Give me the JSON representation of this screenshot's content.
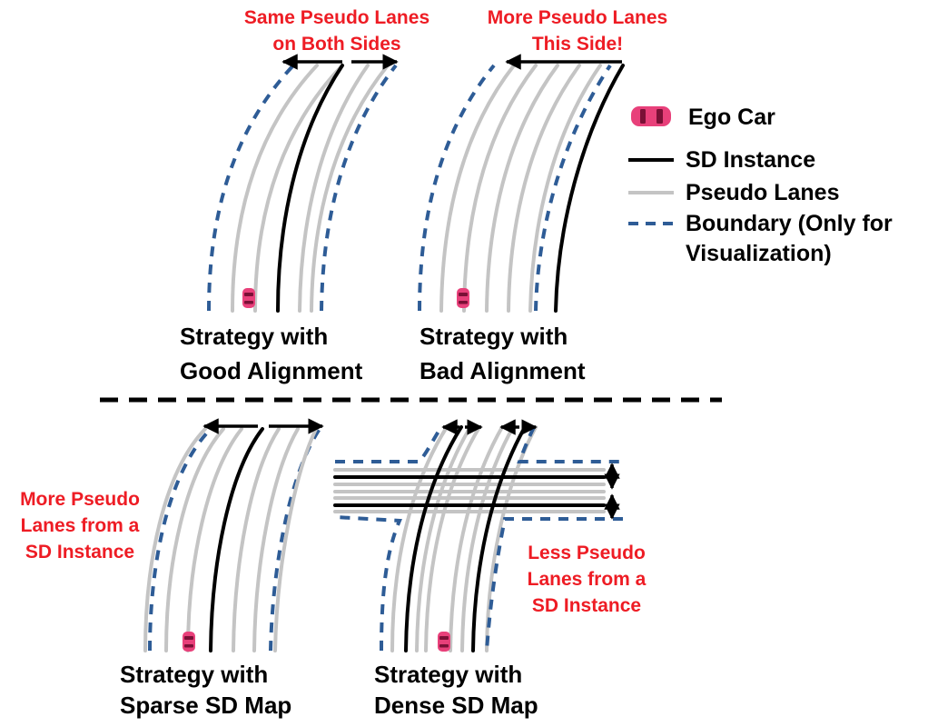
{
  "colors": {
    "annotation": "#ee1c24",
    "sd_instance": "#000000",
    "pseudo_lane": "#c4c4c4",
    "boundary": "#2e5c96",
    "ego_car": "#e8407a"
  },
  "annotations": {
    "same_both_sides": [
      "Same Pseudo Lanes",
      "on Both Sides"
    ],
    "more_this_side": [
      "More Pseudo Lanes",
      "This Side!"
    ],
    "more_from_sd": [
      "More Pseudo",
      "Lanes from a",
      "SD Instance"
    ],
    "less_from_sd": [
      "Less Pseudo",
      "Lanes from a",
      "SD Instance"
    ]
  },
  "captions": {
    "good_alignment": [
      "Strategy with",
      "Good Alignment"
    ],
    "bad_alignment": [
      "Strategy with",
      "Bad Alignment"
    ],
    "sparse_sd": [
      "Strategy with",
      "Sparse SD Map"
    ],
    "dense_sd": [
      "Strategy with",
      "Dense SD Map"
    ]
  },
  "legend": {
    "ego_car": "Ego Car",
    "sd_instance": "SD Instance",
    "pseudo_lanes": "Pseudo Lanes",
    "boundary": [
      "Boundary (Only for",
      "Visualization)"
    ]
  },
  "icons": {
    "ego_car": "car-top-view-icon",
    "arrows": "double-headed-arrow-icon"
  }
}
